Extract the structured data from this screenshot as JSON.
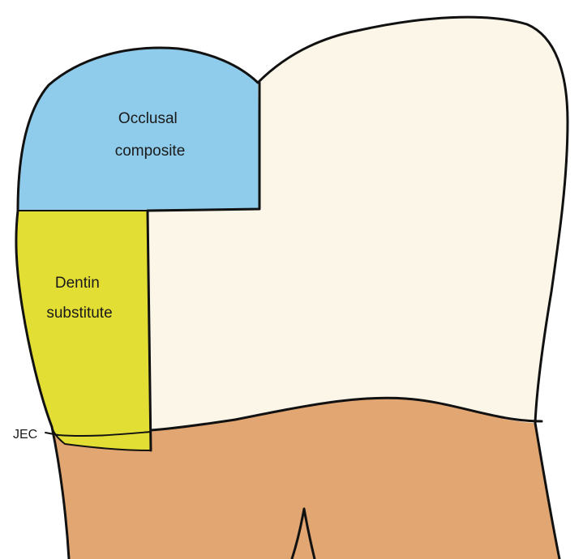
{
  "labels": {
    "occlusal_line1": "Occlusal",
    "occlusal_line2": "composite",
    "dentin_line1": "Dentin",
    "dentin_line2": "substitute",
    "jec": "JEC"
  },
  "colors": {
    "occlusal_composite": "#8fcbea",
    "dentin_substitute": "#e3de34",
    "enamel": "#fbf6e8",
    "root": "#e2a672",
    "outline": "#111111",
    "background": "#ffffff"
  }
}
